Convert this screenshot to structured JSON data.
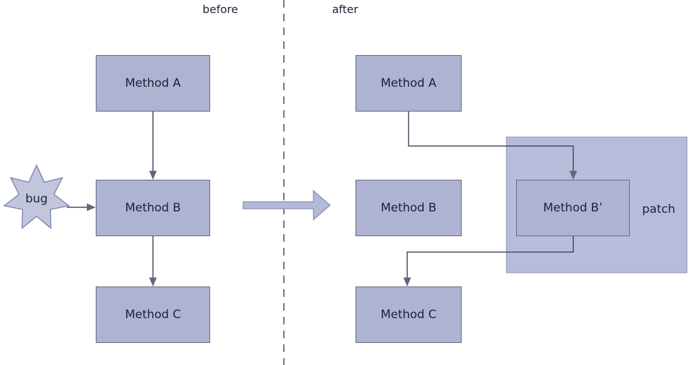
{
  "diagram": {
    "section_labels": {
      "left": "before",
      "right": "after"
    },
    "before": {
      "nodes": [
        {
          "id": "method-a",
          "label": "Method A"
        },
        {
          "id": "method-b",
          "label": "Method B"
        },
        {
          "id": "method-c",
          "label": "Method C"
        }
      ],
      "bug_label": "bug",
      "edges": [
        {
          "from": "Method A",
          "to": "Method B"
        },
        {
          "from": "bug",
          "to": "Method B"
        },
        {
          "from": "Method B",
          "to": "Method C"
        }
      ]
    },
    "after": {
      "nodes": [
        {
          "id": "method-a",
          "label": "Method A"
        },
        {
          "id": "method-b",
          "label": "Method B"
        },
        {
          "id": "method-c",
          "label": "Method C"
        }
      ],
      "patch_node": {
        "id": "method-b-prime",
        "label": "Method B’"
      },
      "patch_label": "patch",
      "edges": [
        {
          "from": "Method A",
          "to": "Method B’"
        },
        {
          "from": "Method B’",
          "to": "Method C"
        }
      ]
    },
    "colors": {
      "node_fill": "#aeb3d2",
      "node_border": "#636680",
      "patch_fill": "#b7bcda",
      "patch_border": "#8b90b2",
      "star_fill": "#c2c6dd",
      "star_border": "#8287ad",
      "connector": "#44465e",
      "arrowhead": "#64667a",
      "dashed_divider": "#41435c",
      "big_arrow_fill": "#b3b9d8",
      "big_arrow_border": "#9297bd",
      "text": "#1d2038",
      "bg": "#ffffff"
    }
  }
}
